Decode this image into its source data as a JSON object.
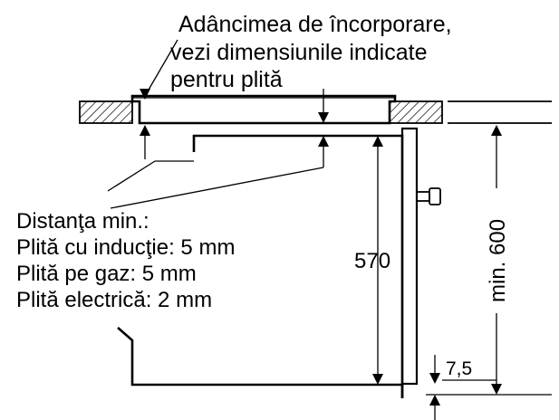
{
  "callout": {
    "lines": [
      "Adâncimea de încorporare,",
      "vezi dimensiunile indicate",
      "pentru plită"
    ]
  },
  "distance_note": {
    "lines": [
      "Distanţa min.:",
      "Plită cu inducţie: 5 mm",
      "Plită pe gaz: 5 mm",
      "Plită electrică: 2 mm"
    ]
  },
  "dimensions": {
    "oven_height": "570",
    "niche_height": "min. 600",
    "bottom_gap": "7,5"
  },
  "colors": {
    "line": "#000000",
    "background": "#ffffff",
    "hatch": "#000000"
  }
}
